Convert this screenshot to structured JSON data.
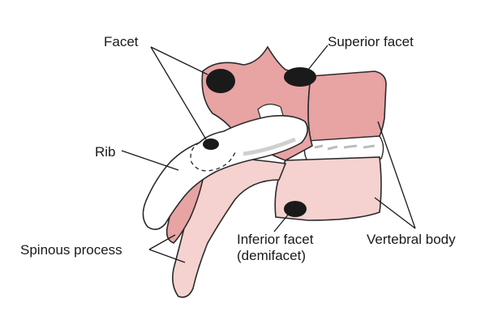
{
  "labels": {
    "facet": "Facet",
    "superior_facet": "Superior facet",
    "rib": "Rib",
    "spinous_process": "Spinous process",
    "inferior_facet_line1": "Inferior facet",
    "inferior_facet_line2": "(demifacet)",
    "vertebral_body": "Vertebral body"
  },
  "colors": {
    "bone_dark": "#e5a3a3",
    "bone_light": "#f5d3d0",
    "facet": "#1a1a1a",
    "rib": "#ffffff",
    "outline": "#2a2a2a"
  }
}
